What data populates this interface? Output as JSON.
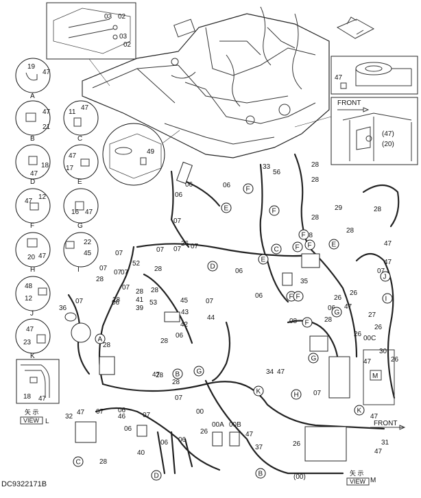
{
  "drawing_code": "DC9322171B",
  "front_label_top": "FRONT",
  "front_label_bottom": "FRONT",
  "view_L": {
    "kanji": "矢 示",
    "word": "VIEW",
    "letter": "L"
  },
  "view_M": {
    "kanji": "矢 示",
    "word": "VIEW",
    "letter": "M"
  },
  "detail_circles": [
    {
      "letter": "A",
      "parts": [
        "19",
        "47"
      ]
    },
    {
      "letter": "B",
      "parts": [
        "47",
        "21"
      ]
    },
    {
      "letter": "C",
      "parts": [
        "11",
        "47"
      ]
    },
    {
      "letter": "D",
      "parts": [
        "18",
        "47"
      ]
    },
    {
      "letter": "E",
      "parts": [
        "47",
        "17"
      ]
    },
    {
      "letter": "F",
      "parts": [
        "47",
        "12"
      ]
    },
    {
      "letter": "G",
      "parts": [
        "16",
        "47"
      ]
    },
    {
      "letter": "H",
      "parts": [
        "20",
        "47"
      ]
    },
    {
      "letter": "I",
      "parts": [
        "22",
        "45"
      ]
    },
    {
      "letter": "J",
      "parts": [
        "48",
        "12"
      ]
    },
    {
      "letter": "K",
      "parts": [
        "47",
        "23"
      ]
    }
  ],
  "callouts_top": [
    "03",
    "02",
    "03",
    "02"
  ],
  "callout_49": "49",
  "right_inset_top": {
    "part": "47"
  },
  "right_inset_front": {
    "parts": [
      "(47)",
      "(20)"
    ]
  },
  "view_L_parts": [
    "18",
    "47"
  ],
  "part_numbers": [
    {
      "t": "06"
    },
    {
      "t": "06"
    },
    {
      "t": "06"
    },
    {
      "t": "07"
    },
    {
      "t": "07"
    },
    {
      "t": "07"
    },
    {
      "t": "07"
    },
    {
      "t": "07"
    },
    {
      "t": "07"
    },
    {
      "t": "07"
    },
    {
      "t": "06"
    },
    {
      "t": "07"
    },
    {
      "t": "06"
    },
    {
      "t": "28"
    },
    {
      "t": "28"
    },
    {
      "t": "28"
    },
    {
      "t": "28"
    },
    {
      "t": "28"
    },
    {
      "t": "28"
    },
    {
      "t": "28"
    },
    {
      "t": "47"
    },
    {
      "t": "33"
    },
    {
      "t": "56"
    },
    {
      "t": "29"
    },
    {
      "t": "28"
    },
    {
      "t": "28"
    },
    {
      "t": "47"
    },
    {
      "t": "26"
    },
    {
      "t": "52"
    },
    {
      "t": "07"
    },
    {
      "t": "28"
    },
    {
      "t": "41"
    },
    {
      "t": "39"
    },
    {
      "t": "53"
    },
    {
      "t": "45"
    },
    {
      "t": "43"
    },
    {
      "t": "42"
    },
    {
      "t": "36"
    },
    {
      "t": "44"
    },
    {
      "t": "35"
    },
    {
      "t": "07"
    },
    {
      "t": "06"
    },
    {
      "t": "08"
    },
    {
      "t": "26"
    },
    {
      "t": "06"
    },
    {
      "t": "28"
    },
    {
      "t": "47"
    },
    {
      "t": "26"
    },
    {
      "t": "27"
    },
    {
      "t": "26"
    },
    {
      "t": "00C"
    },
    {
      "t": "30"
    },
    {
      "t": "26"
    },
    {
      "t": "47"
    },
    {
      "t": "34"
    },
    {
      "t": "47"
    },
    {
      "t": "28"
    },
    {
      "t": "28"
    },
    {
      "t": "07"
    },
    {
      "t": "00"
    },
    {
      "t": "32"
    },
    {
      "t": "47"
    },
    {
      "t": "07"
    },
    {
      "t": "46"
    },
    {
      "t": "06"
    },
    {
      "t": "07"
    },
    {
      "t": "06"
    },
    {
      "t": "28"
    },
    {
      "t": "40"
    },
    {
      "t": "06"
    },
    {
      "t": "26"
    },
    {
      "t": "00A"
    },
    {
      "t": "00B"
    },
    {
      "t": "47"
    },
    {
      "t": "37"
    },
    {
      "t": "07"
    },
    {
      "t": "26"
    },
    {
      "t": "47"
    },
    {
      "t": "31"
    },
    {
      "t": "47"
    },
    {
      "t": "(00)"
    },
    {
      "t": "28"
    },
    {
      "t": "06"
    },
    {
      "t": "28"
    },
    {
      "t": "28"
    },
    {
      "t": "28"
    },
    {
      "t": "07"
    },
    {
      "t": "26"
    },
    {
      "t": "47"
    },
    {
      "t": "07"
    },
    {
      "t": "06"
    }
  ],
  "harness_letters": [
    {
      "t": "F"
    },
    {
      "t": "E"
    },
    {
      "t": "F"
    },
    {
      "t": "F"
    },
    {
      "t": "F"
    },
    {
      "t": "F"
    },
    {
      "t": "E"
    },
    {
      "t": "C"
    },
    {
      "t": "E"
    },
    {
      "t": "D"
    },
    {
      "t": "F"
    },
    {
      "t": "G"
    },
    {
      "t": "I"
    },
    {
      "t": "J"
    },
    {
      "t": "F"
    },
    {
      "t": "A"
    },
    {
      "t": "B"
    },
    {
      "t": "G"
    },
    {
      "t": "K"
    },
    {
      "t": "H"
    },
    {
      "t": "K"
    },
    {
      "t": "C"
    },
    {
      "t": "D"
    },
    {
      "t": "B"
    },
    {
      "t": "G"
    },
    {
      "t": "F"
    }
  ],
  "view_mark_M": "M"
}
